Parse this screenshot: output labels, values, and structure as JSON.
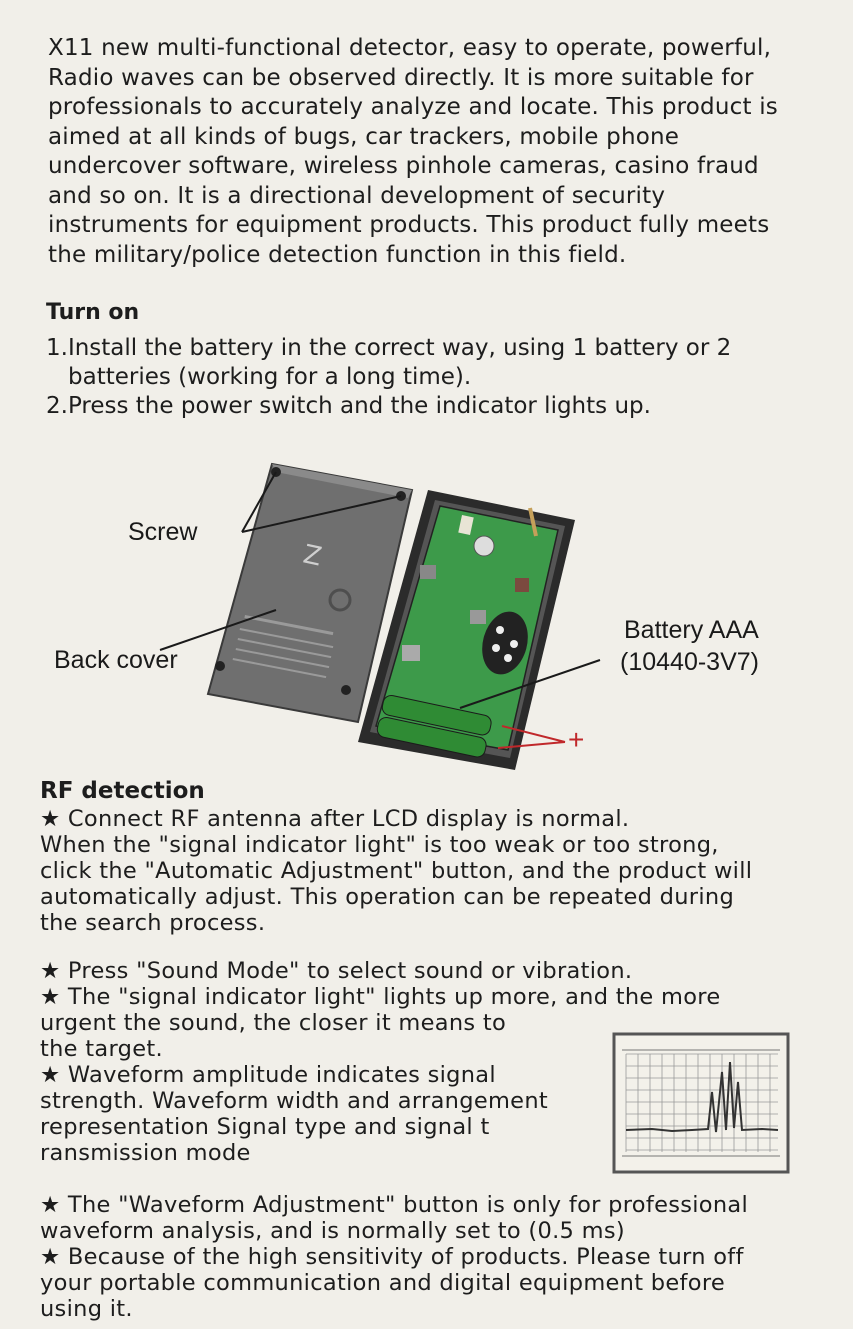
{
  "intro": {
    "lines": [
      "X11 new multi-functional detector, easy to operate, powerful,",
      "Radio waves can be observed directly. It is more suitable for",
      "professionals to accurately analyze and locate. This product is",
      "aimed at all kinds of bugs, car trackers, mobile phone",
      "undercover software, wireless pinhole cameras, casino fraud",
      "and so on. It is a directional development of security",
      "instruments for equipment products. This product fully meets",
      "the military/police detection function in this field."
    ]
  },
  "turn_on": {
    "heading": "Turn on",
    "step1_a": "1.Install the battery in the correct way, using 1 battery or 2",
    "step1_b": "batteries (working for a long time).",
    "step2": "2.Press the power switch and the indicator lights up."
  },
  "diagram": {
    "label_screw": "Screw",
    "label_back_cover": "Back cover",
    "label_battery_1": "Battery AAA",
    "label_battery_2": "(10440-3V7)",
    "label_plus": "+",
    "colors": {
      "pcb": "#3d9a4a",
      "cover": "#6d6d6d",
      "case": "#2b2b2b",
      "plus": "#c0282b"
    }
  },
  "rf": {
    "heading": "RF detection",
    "p1": [
      "★ Connect RF antenna after LCD display is normal.",
      "When the \"signal indicator light\" is too weak or too strong,",
      "click the \"Automatic Adjustment\" button, and the product will",
      "automatically adjust. This operation can be repeated during",
      "the search process."
    ],
    "p2": [
      "★ Press \"Sound Mode\" to select sound or vibration.",
      "★ The \"signal indicator light\" lights up more, and the more",
      "urgent the sound, the closer it means to",
      "the target.",
      "★ Waveform amplitude indicates signal",
      "strength. Waveform width and arrangement",
      "representation Signal type and signal t",
      "ransmission mode"
    ],
    "p3": [
      "★ The \"Waveform Adjustment\" button is only for professional",
      "waveform analysis, and is normally set to (0.5 ms)",
      "★ Because of the high sensitivity of products. Please turn off",
      "your portable communication and digital equipment before",
      "using it."
    ]
  }
}
